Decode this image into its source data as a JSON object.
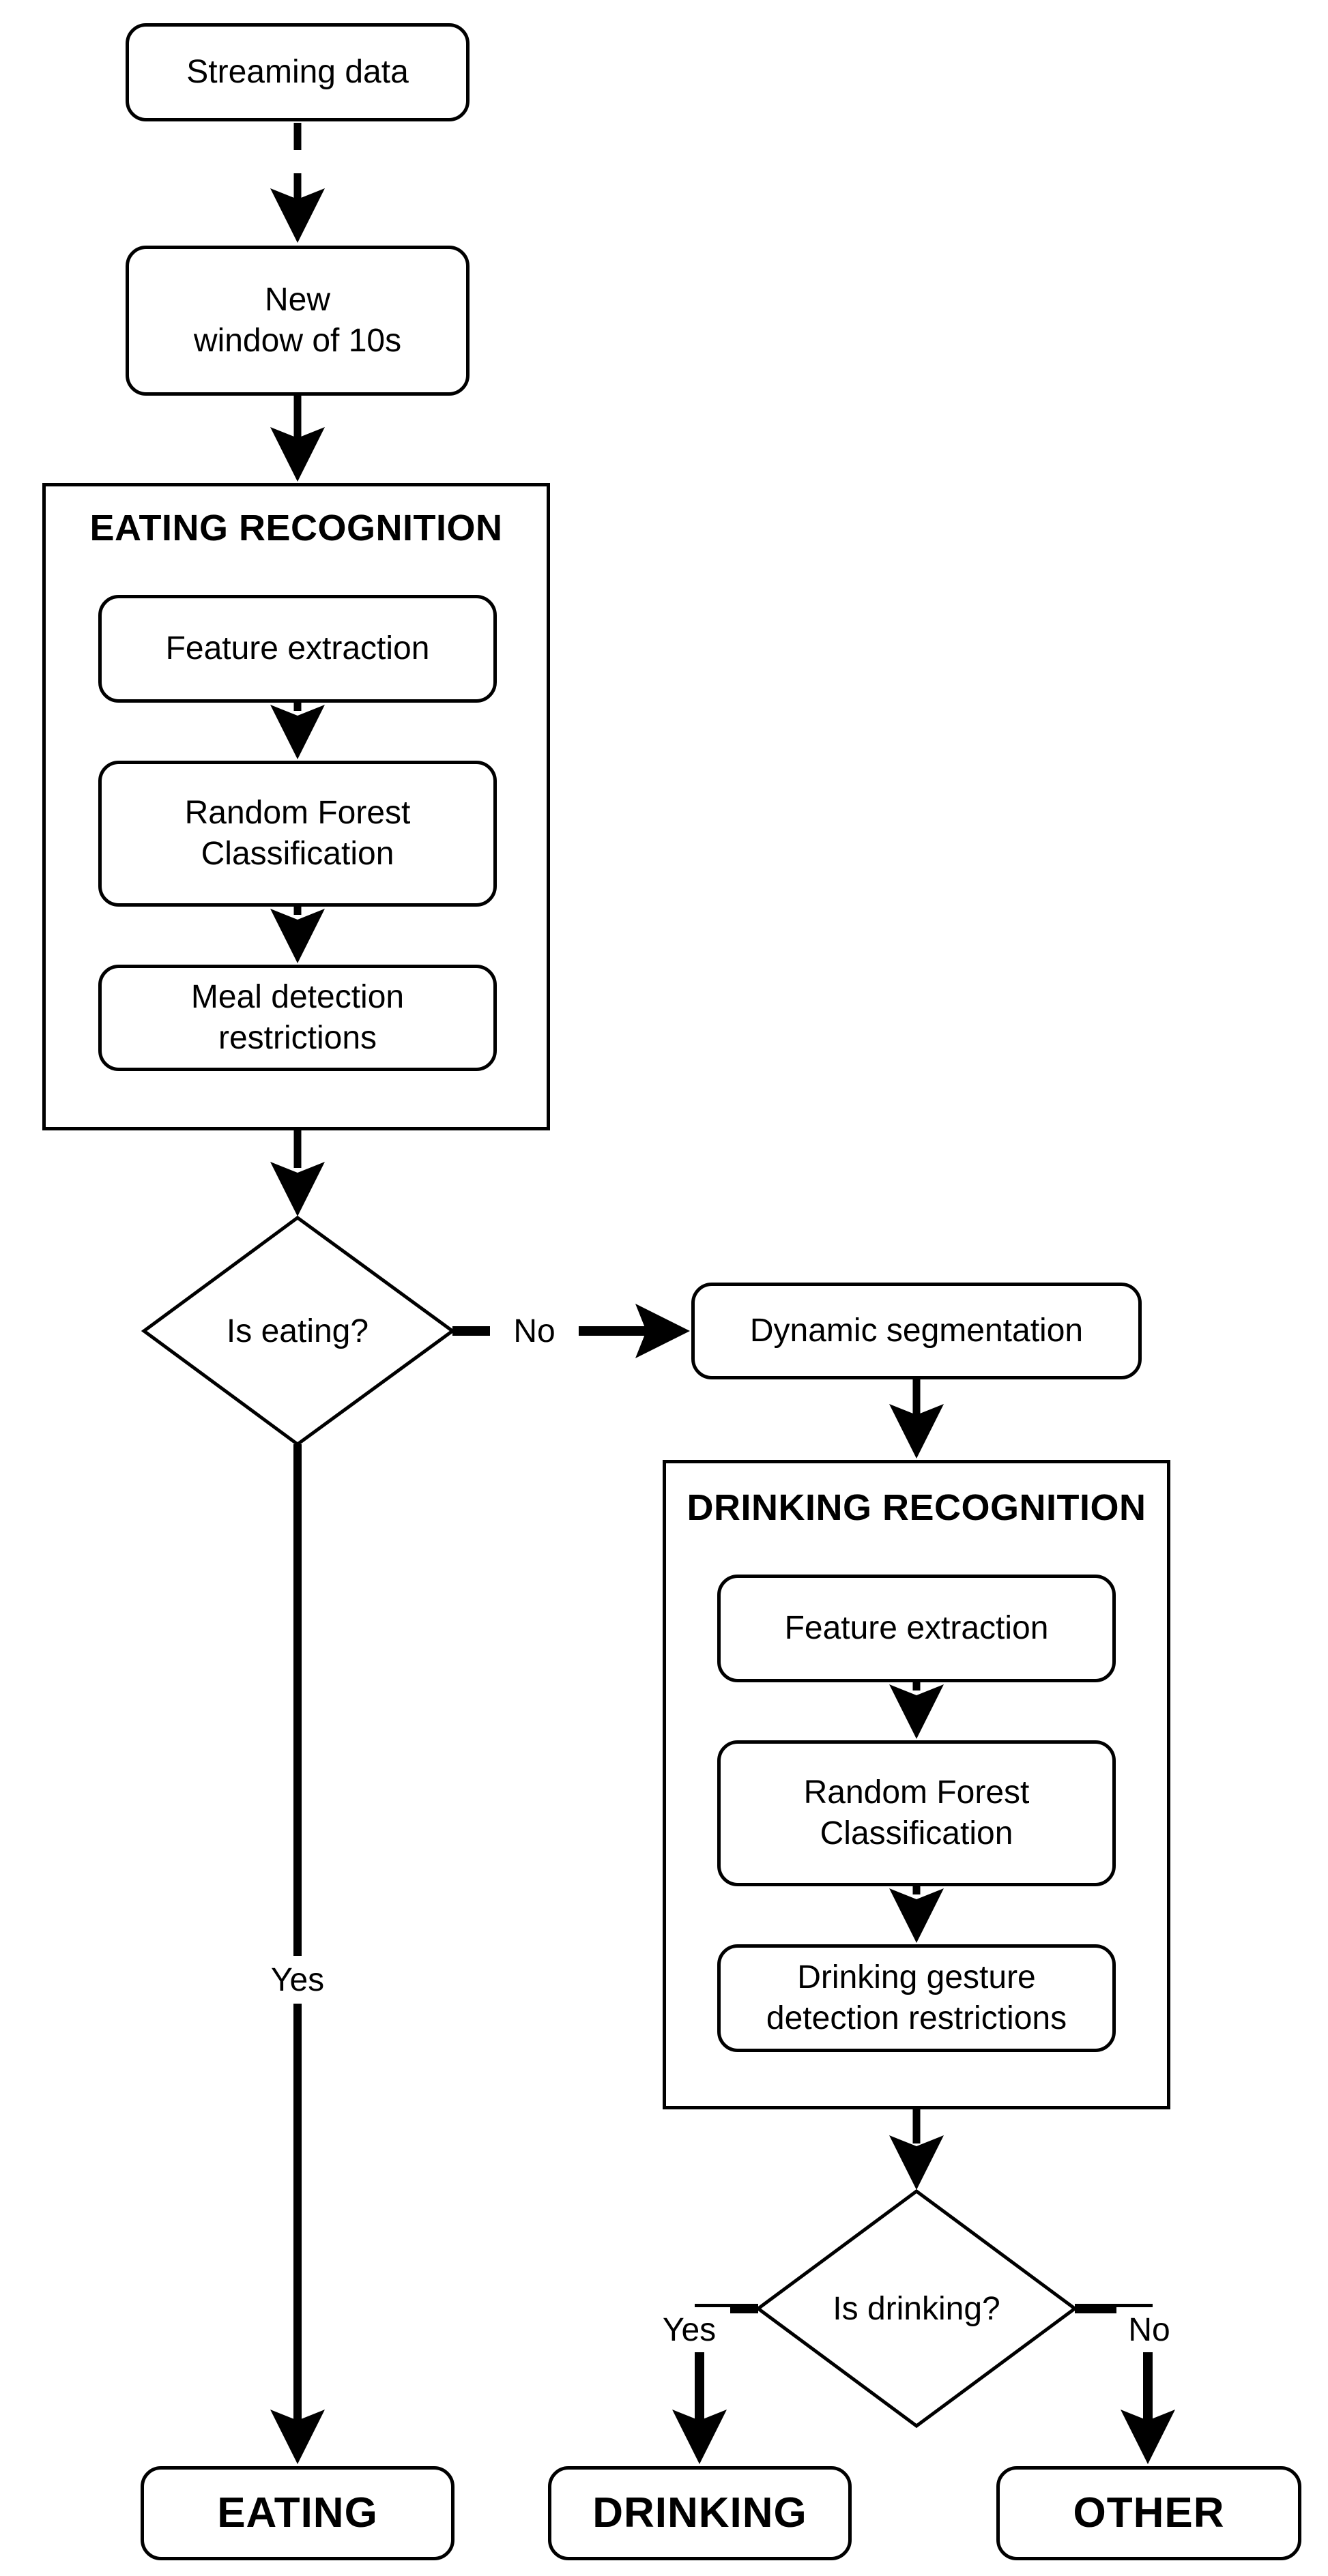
{
  "figure": {
    "type": "flowchart",
    "background_color": "#ffffff",
    "stroke_color": "#000000"
  },
  "nodes": {
    "streaming_data": {
      "label": "Streaming data"
    },
    "new_window": {
      "line1": "New",
      "line2": "window of 10s"
    },
    "eating_feature": {
      "label": "Feature extraction"
    },
    "eating_rf": {
      "line1": "Random Forest",
      "line2": "Classification"
    },
    "eating_meal": {
      "line1": "Meal detection",
      "line2": "restrictions"
    },
    "is_eating": {
      "label": "Is eating?"
    },
    "dynamic_segmentation": {
      "label": "Dynamic segmentation"
    },
    "drinking_feature": {
      "label": "Feature extraction"
    },
    "drinking_rf": {
      "line1": "Random Forest",
      "line2": "Classification"
    },
    "drinking_restrictions": {
      "line1": "Drinking gesture",
      "line2": "detection restrictions"
    },
    "is_drinking": {
      "label": "Is drinking?"
    },
    "result_eating": {
      "label": "EATING"
    },
    "result_drinking": {
      "label": "DRINKING"
    },
    "result_other": {
      "label": "OTHER"
    }
  },
  "sections": {
    "eating": {
      "title": "EATING RECOGNITION"
    },
    "drinking": {
      "title": "DRINKING RECOGNITION"
    }
  },
  "edge_labels": {
    "is_eating_no": "No",
    "is_eating_yes": "Yes",
    "is_drinking_yes": "Yes",
    "is_drinking_no": "No"
  }
}
